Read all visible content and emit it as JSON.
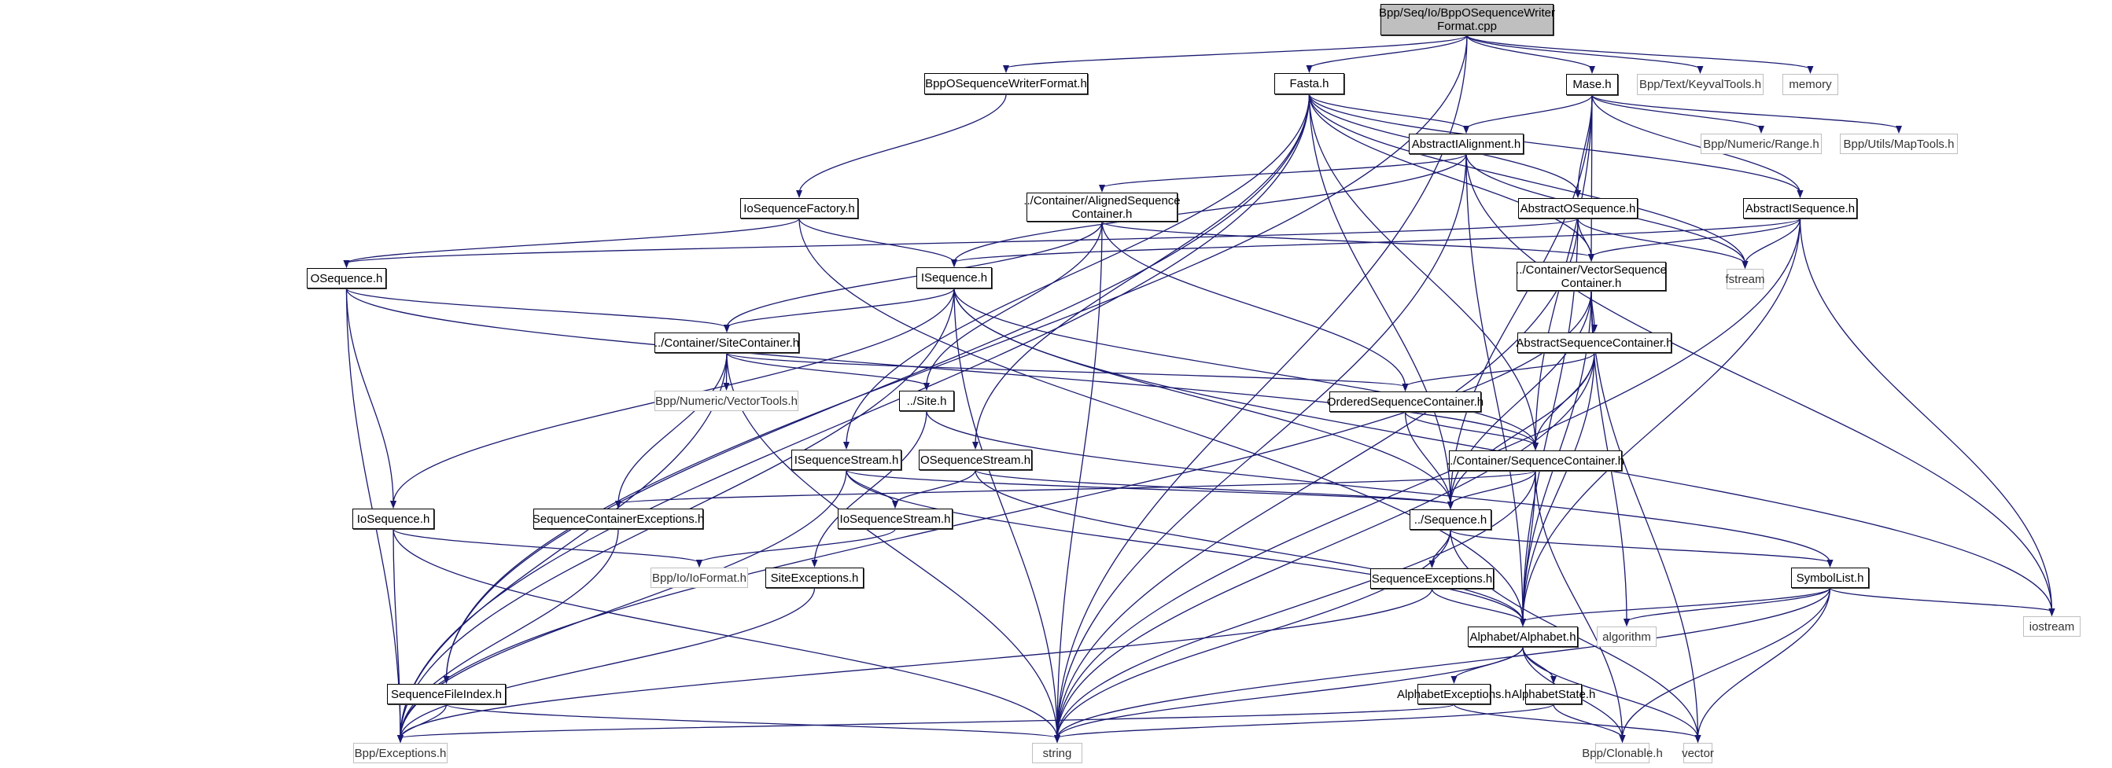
{
  "diagram": {
    "type": "include-dependency-graph",
    "colors": {
      "edge": "#191970",
      "root_fill": "#bfbfbf",
      "node_border": "#000000",
      "external_border": "#bfbfbf"
    },
    "nodes": [
      {
        "id": "root",
        "label": "Bpp/Seq/Io/BppOSequenceWriter\nFormat.cpp",
        "kind": "root"
      },
      {
        "id": "bppwf",
        "label": "BppOSequenceWriterFormat.h",
        "kind": "local"
      },
      {
        "id": "fasta",
        "label": "Fasta.h",
        "kind": "local"
      },
      {
        "id": "mase",
        "label": "Mase.h",
        "kind": "local"
      },
      {
        "id": "keyval",
        "label": "Bpp/Text/KeyvalTools.h",
        "kind": "external"
      },
      {
        "id": "memory",
        "label": "memory",
        "kind": "external"
      },
      {
        "id": "absialign",
        "label": "AbstractIAlignment.h",
        "kind": "local"
      },
      {
        "id": "range",
        "label": "Bpp/Numeric/Range.h",
        "kind": "external"
      },
      {
        "id": "maptools",
        "label": "Bpp/Utils/MapTools.h",
        "kind": "external"
      },
      {
        "id": "iofactory",
        "label": "IoSequenceFactory.h",
        "kind": "local"
      },
      {
        "id": "alignedsc",
        "label": "../Container/AlignedSequence\nContainer.h",
        "kind": "local"
      },
      {
        "id": "absoseq",
        "label": "AbstractOSequence.h",
        "kind": "local"
      },
      {
        "id": "absiseq",
        "label": "AbstractISequence.h",
        "kind": "local"
      },
      {
        "id": "oseq",
        "label": "OSequence.h",
        "kind": "local"
      },
      {
        "id": "iseq",
        "label": "ISequence.h",
        "kind": "local"
      },
      {
        "id": "vectorsc",
        "label": "../Container/VectorSequence\nContainer.h",
        "kind": "local"
      },
      {
        "id": "fstream",
        "label": "fstream",
        "kind": "external"
      },
      {
        "id": "sitecont",
        "label": "../Container/SiteContainer.h",
        "kind": "local"
      },
      {
        "id": "vectortools",
        "label": "Bpp/Numeric/VectorTools.h",
        "kind": "external"
      },
      {
        "id": "site",
        "label": "../Site.h",
        "kind": "local"
      },
      {
        "id": "abssc",
        "label": "AbstractSequenceContainer.h",
        "kind": "local"
      },
      {
        "id": "orderedsc",
        "label": "OrderedSequenceContainer.h",
        "kind": "local"
      },
      {
        "id": "isstream",
        "label": "ISequenceStream.h",
        "kind": "local"
      },
      {
        "id": "osstream",
        "label": "OSequenceStream.h",
        "kind": "local"
      },
      {
        "id": "seqcont",
        "label": "../Container/SequenceContainer.h",
        "kind": "local"
      },
      {
        "id": "ioseq",
        "label": "IoSequence.h",
        "kind": "local"
      },
      {
        "id": "scexc",
        "label": "SequenceContainerExceptions.h",
        "kind": "local"
      },
      {
        "id": "iosstream",
        "label": "IoSequenceStream.h",
        "kind": "local"
      },
      {
        "id": "sequence",
        "label": "../Sequence.h",
        "kind": "local"
      },
      {
        "id": "ioformat",
        "label": "Bpp/Io/IoFormat.h",
        "kind": "external"
      },
      {
        "id": "siteexc",
        "label": "SiteExceptions.h",
        "kind": "local"
      },
      {
        "id": "seqexc",
        "label": "SequenceExceptions.h",
        "kind": "local"
      },
      {
        "id": "symbollist",
        "label": "SymbolList.h",
        "kind": "local"
      },
      {
        "id": "alphabet",
        "label": "Alphabet/Alphabet.h",
        "kind": "local"
      },
      {
        "id": "algorithm",
        "label": "algorithm",
        "kind": "external"
      },
      {
        "id": "iostream",
        "label": "iostream",
        "kind": "external"
      },
      {
        "id": "seqfileidx",
        "label": "SequenceFileIndex.h",
        "kind": "local"
      },
      {
        "id": "alphexc",
        "label": "AlphabetExceptions.h",
        "kind": "local"
      },
      {
        "id": "alphstate",
        "label": "AlphabetState.h",
        "kind": "local"
      },
      {
        "id": "exceptions",
        "label": "Bpp/Exceptions.h",
        "kind": "external"
      },
      {
        "id": "string",
        "label": "string",
        "kind": "external"
      },
      {
        "id": "clonable",
        "label": "Bpp/Clonable.h",
        "kind": "external"
      },
      {
        "id": "vector",
        "label": "vector",
        "kind": "external"
      }
    ],
    "edges": [
      [
        "root",
        "bppwf"
      ],
      [
        "root",
        "fasta"
      ],
      [
        "root",
        "mase"
      ],
      [
        "root",
        "keyval"
      ],
      [
        "root",
        "memory"
      ],
      [
        "root",
        "seqfileidx"
      ],
      [
        "root",
        "string"
      ],
      [
        "bppwf",
        "iofactory"
      ],
      [
        "iofactory",
        "oseq"
      ],
      [
        "iofactory",
        "iseq"
      ],
      [
        "iofactory",
        "alphabet"
      ],
      [
        "fasta",
        "absialign"
      ],
      [
        "fasta",
        "absoseq"
      ],
      [
        "fasta",
        "absiseq"
      ],
      [
        "fasta",
        "vectorsc"
      ],
      [
        "fasta",
        "seqcont"
      ],
      [
        "fasta",
        "sequence"
      ],
      [
        "fasta",
        "isstream"
      ],
      [
        "fasta",
        "osstream"
      ],
      [
        "fasta",
        "seqfileidx"
      ],
      [
        "fasta",
        "exceptions"
      ],
      [
        "fasta",
        "fstream"
      ],
      [
        "mase",
        "absialign"
      ],
      [
        "mase",
        "absoseq"
      ],
      [
        "mase",
        "absiseq"
      ],
      [
        "mase",
        "vectorsc"
      ],
      [
        "mase",
        "seqcont"
      ],
      [
        "mase",
        "sequence"
      ],
      [
        "mase",
        "range"
      ],
      [
        "mase",
        "maptools"
      ],
      [
        "absialign",
        "alignedsc"
      ],
      [
        "absialign",
        "iseq"
      ],
      [
        "absialign",
        "string"
      ],
      [
        "absialign",
        "fstream"
      ],
      [
        "absialign",
        "iostream"
      ],
      [
        "absialign",
        "alphabet"
      ],
      [
        "alignedsc",
        "sitecont"
      ],
      [
        "alignedsc",
        "vectorsc"
      ],
      [
        "alignedsc",
        "orderedsc"
      ],
      [
        "alignedsc",
        "site"
      ],
      [
        "alignedsc",
        "string"
      ],
      [
        "absoseq",
        "oseq"
      ],
      [
        "absoseq",
        "vectorsc"
      ],
      [
        "absoseq",
        "fstream"
      ],
      [
        "absoseq",
        "string"
      ],
      [
        "absoseq",
        "alphabet"
      ],
      [
        "absiseq",
        "iseq"
      ],
      [
        "absiseq",
        "vectorsc"
      ],
      [
        "absiseq",
        "fstream"
      ],
      [
        "absiseq",
        "iostream"
      ],
      [
        "absiseq",
        "alphabet"
      ],
      [
        "absiseq",
        "string"
      ],
      [
        "oseq",
        "ioseq"
      ],
      [
        "oseq",
        "sitecont"
      ],
      [
        "oseq",
        "seqcont"
      ],
      [
        "oseq",
        "exceptions"
      ],
      [
        "iseq",
        "ioseq"
      ],
      [
        "iseq",
        "sitecont"
      ],
      [
        "iseq",
        "seqcont"
      ],
      [
        "iseq",
        "sequence"
      ],
      [
        "iseq",
        "exceptions"
      ],
      [
        "iseq",
        "string"
      ],
      [
        "iseq",
        "iostream"
      ],
      [
        "vectorsc",
        "abssc"
      ],
      [
        "vectorsc",
        "sequence"
      ],
      [
        "vectorsc",
        "alphabet"
      ],
      [
        "vectorsc",
        "exceptions"
      ],
      [
        "vectorsc",
        "algorithm"
      ],
      [
        "vectorsc",
        "vector"
      ],
      [
        "sitecont",
        "site"
      ],
      [
        "sitecont",
        "vectortools"
      ],
      [
        "sitecont",
        "orderedsc"
      ],
      [
        "sitecont",
        "scexc"
      ],
      [
        "sitecont",
        "exceptions"
      ],
      [
        "sitecont",
        "string"
      ],
      [
        "site",
        "siteexc"
      ],
      [
        "site",
        "symbollist"
      ],
      [
        "abssc",
        "orderedsc"
      ],
      [
        "abssc",
        "seqcont"
      ],
      [
        "abssc",
        "sequence"
      ],
      [
        "abssc",
        "alphabet"
      ],
      [
        "abssc",
        "string"
      ],
      [
        "orderedsc",
        "seqcont"
      ],
      [
        "orderedsc",
        "sequence"
      ],
      [
        "isstream",
        "iosstream"
      ],
      [
        "isstream",
        "sequence"
      ],
      [
        "isstream",
        "alphabet"
      ],
      [
        "isstream",
        "exceptions"
      ],
      [
        "osstream",
        "iosstream"
      ],
      [
        "osstream",
        "alphabet"
      ],
      [
        "osstream",
        "sequence"
      ],
      [
        "seqcont",
        "sequence"
      ],
      [
        "seqcont",
        "alphabet"
      ],
      [
        "seqcont",
        "scexc"
      ],
      [
        "seqcont",
        "clonable"
      ],
      [
        "seqcont",
        "string"
      ],
      [
        "ioseq",
        "ioformat"
      ],
      [
        "ioseq",
        "exceptions"
      ],
      [
        "ioseq",
        "string"
      ],
      [
        "iosstream",
        "ioformat"
      ],
      [
        "scexc",
        "exceptions"
      ],
      [
        "siteexc",
        "exceptions"
      ],
      [
        "sequence",
        "seqexc"
      ],
      [
        "sequence",
        "symbollist"
      ],
      [
        "sequence",
        "string"
      ],
      [
        "sequence",
        "vector"
      ],
      [
        "seqexc",
        "alphabet"
      ],
      [
        "seqexc",
        "exceptions"
      ],
      [
        "symbollist",
        "alphabet"
      ],
      [
        "symbollist",
        "algorithm"
      ],
      [
        "symbollist",
        "iostream"
      ],
      [
        "symbollist",
        "clonable"
      ],
      [
        "symbollist",
        "vector"
      ],
      [
        "symbollist",
        "string"
      ],
      [
        "alphabet",
        "alphexc"
      ],
      [
        "alphabet",
        "alphstate"
      ],
      [
        "alphabet",
        "clonable"
      ],
      [
        "alphabet",
        "vector"
      ],
      [
        "alphabet",
        "string"
      ],
      [
        "alphexc",
        "exceptions"
      ],
      [
        "alphexc",
        "vector"
      ],
      [
        "alphstate",
        "clonable"
      ],
      [
        "alphstate",
        "string"
      ],
      [
        "seqfileidx",
        "exceptions"
      ],
      [
        "seqfileidx",
        "string"
      ]
    ]
  }
}
